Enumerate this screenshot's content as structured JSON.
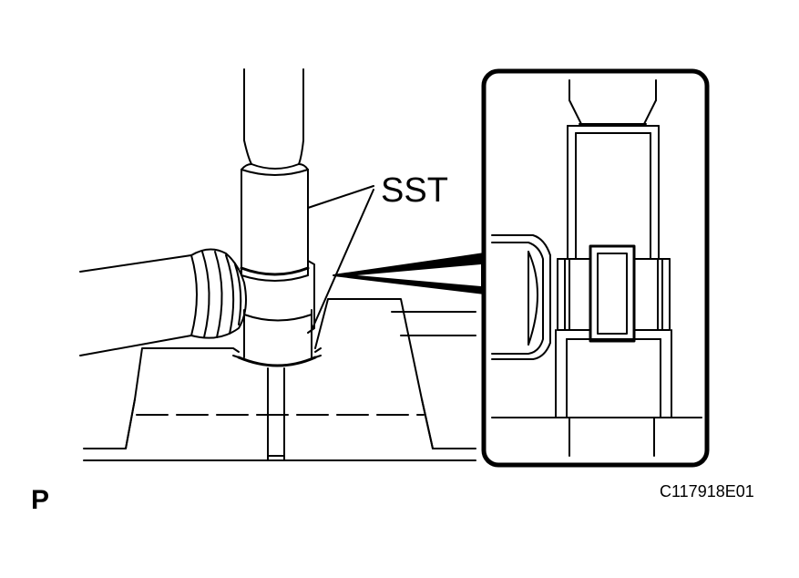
{
  "labels": {
    "tool": "SST",
    "view": "P",
    "figure_code": "C117918E01"
  },
  "colors": {
    "line": "#000000",
    "background": "#ffffff"
  }
}
